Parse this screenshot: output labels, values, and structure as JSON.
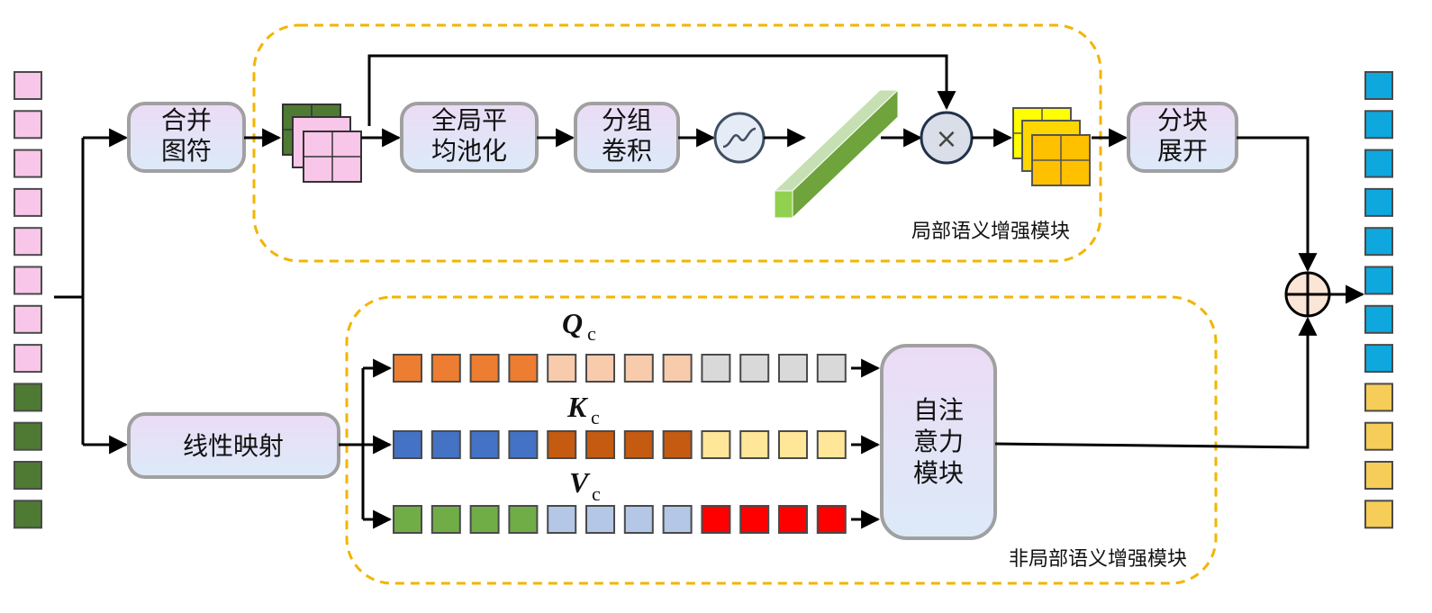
{
  "modules": {
    "local_region_label": "局部语义增强模块",
    "nonlocal_region_label": "非局部语义增强模块"
  },
  "boxes": {
    "merge_line1": "合并",
    "merge_line2": "图符",
    "gap_line1": "全局平",
    "gap_line2": "均池化",
    "gconv_line1": "分组",
    "gconv_line2": "卷积",
    "unfold_line1": "分块",
    "unfold_line2": "展开",
    "linear": "线性映射",
    "selfattn_line1": "自注",
    "selfattn_line2": "意力",
    "selfattn_line3": "模块"
  },
  "symbols": {
    "multiply": "×"
  },
  "qkv": {
    "q_letter": "Q",
    "k_letter": "K",
    "v_letter": "V",
    "subscript": "c"
  },
  "colors": {
    "input_pink": "#F8C6E8",
    "input_green": "#4E7A34",
    "output_blue": "#0EA8DE",
    "output_yellow": "#F6CD58",
    "dashed_region": "#F2B500",
    "box_fill_top": "#E9DDF4",
    "box_fill_bottom": "#DDEAF7",
    "box_stroke": "#9E9E9E",
    "q_orange": "#ED7D31",
    "q_peach": "#F8CBAD",
    "q_grey": "#D9D9D9",
    "k_blue": "#4472C4",
    "k_rust": "#C55A11",
    "k_lightyellow": "#FFE699",
    "v_green": "#70AD47",
    "v_lightblue": "#B4C7E7",
    "v_red": "#FF0000",
    "bar_green": "#92D050",
    "sum_fill": "#FBE5D6"
  }
}
